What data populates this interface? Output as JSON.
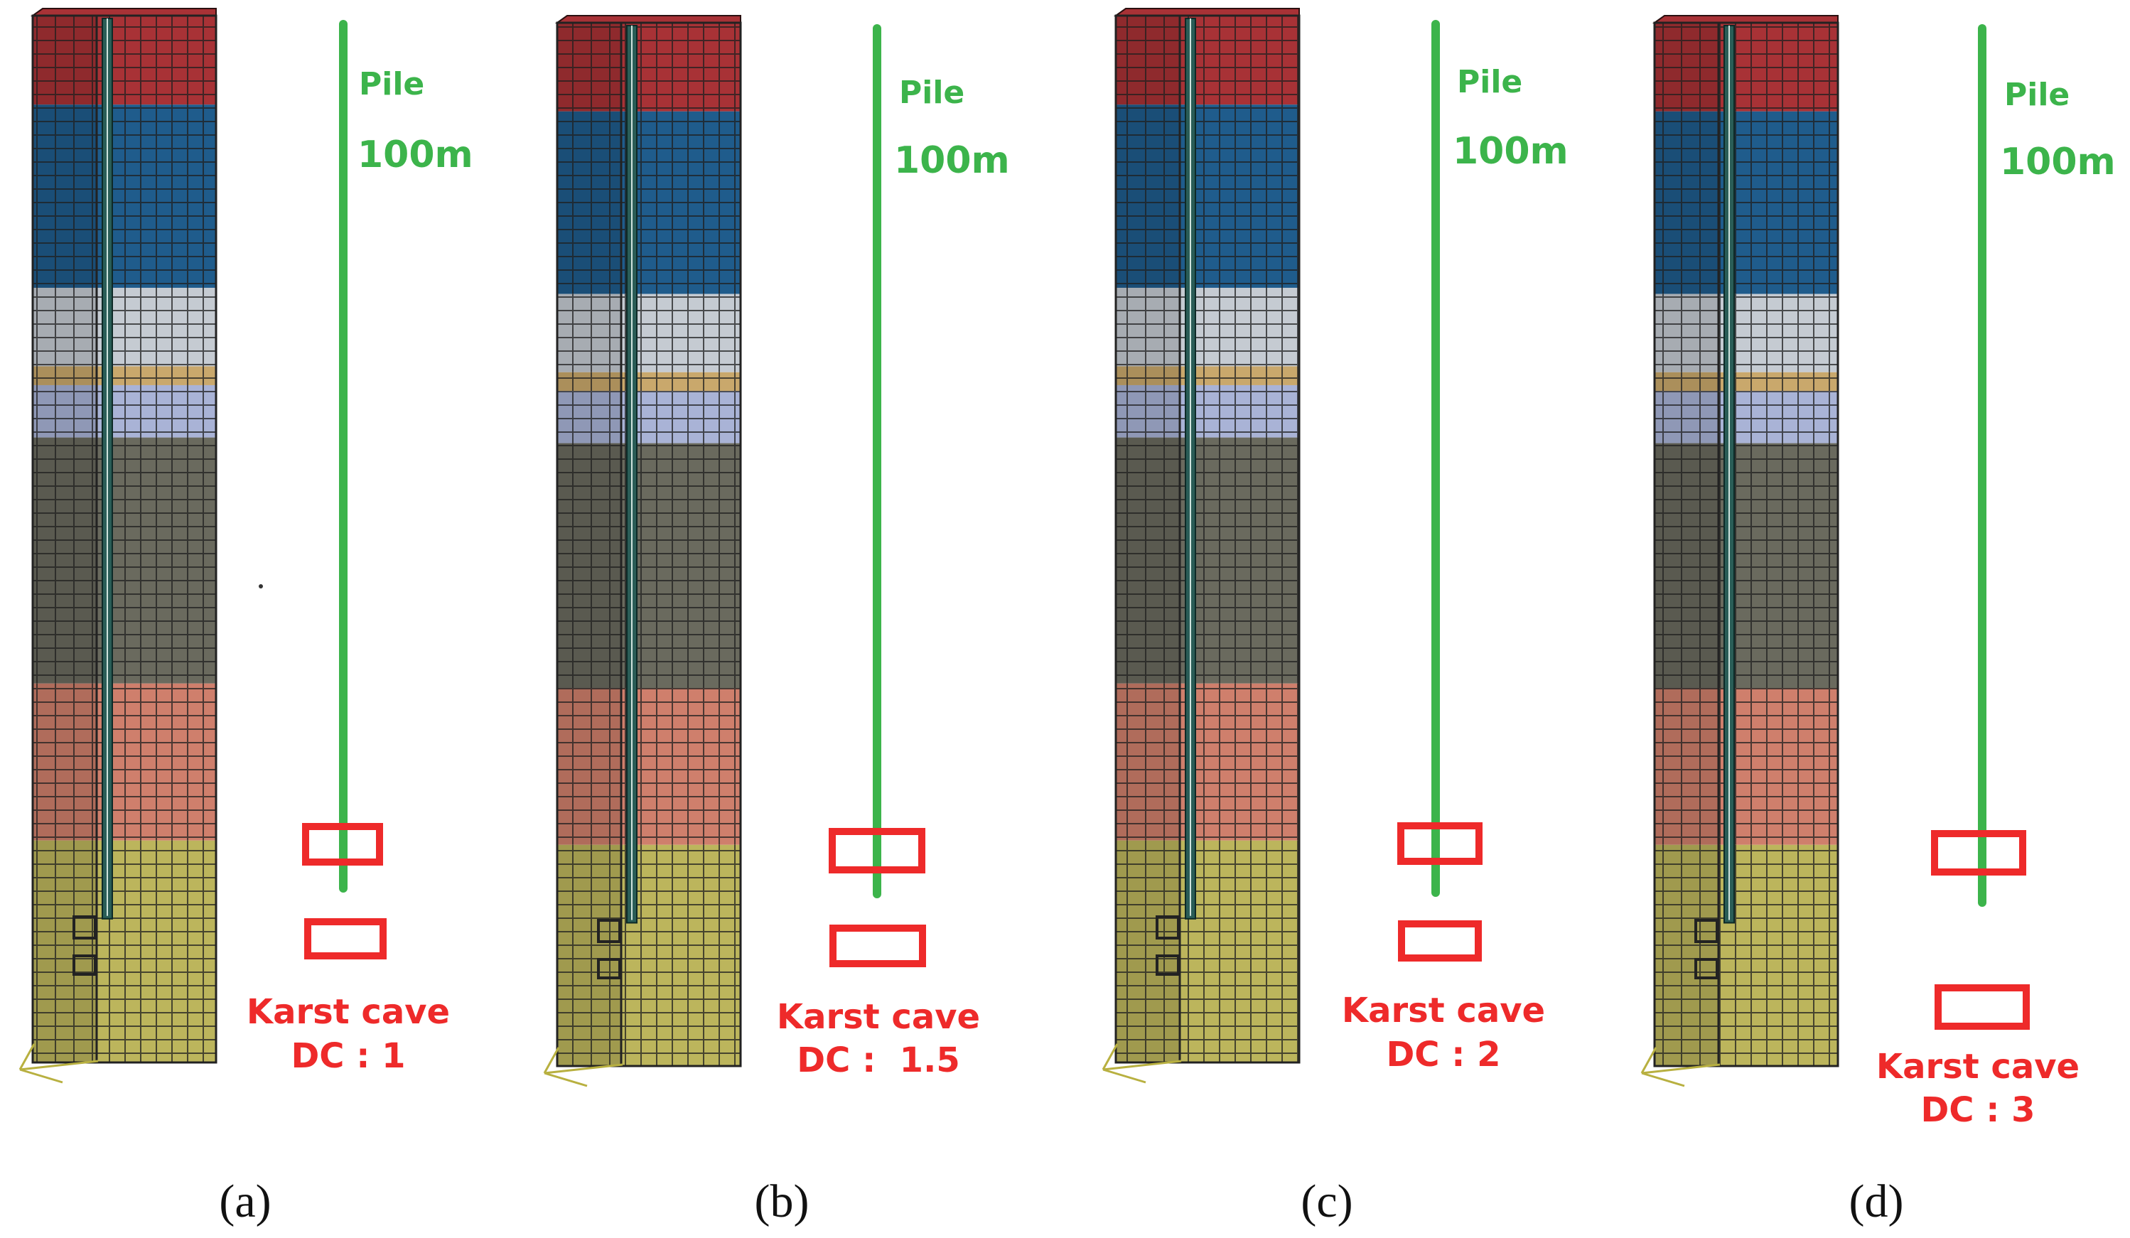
{
  "colors": {
    "pile": "#3cb44b",
    "cave": "#ee2a2a",
    "layer_red": "#a83236",
    "layer_blue": "#1f5c8c",
    "layer_lightgray": "#c5cbd2",
    "layer_tan": "#c9a86c",
    "layer_lavender": "#a9b3d6",
    "layer_darkgray": "#6a6a5e",
    "layer_salmon": "#cf7f6c",
    "layer_olive": "#bcb55c",
    "mesh_line": "#1e1e1e",
    "pile_rod": "#2a5d57"
  },
  "panels": [
    {
      "caption": "(a)",
      "pile_label": "Pile",
      "length_label": "100m",
      "cave_label": "Karst cave",
      "dc_label": "DC : 1",
      "dc_value": 1
    },
    {
      "caption": "(b)",
      "pile_label": "Pile",
      "length_label": "100m",
      "cave_label": "Karst cave",
      "dc_label": "DC :  1.5",
      "dc_value": 1.5
    },
    {
      "caption": "(c)",
      "pile_label": "Pile",
      "length_label": "100m",
      "cave_label": "Karst cave",
      "dc_label": "DC : 2",
      "dc_value": 2
    },
    {
      "caption": "(d)",
      "pile_label": "Pile",
      "length_label": "100m",
      "cave_label": "Karst cave",
      "dc_label": "DC : 3",
      "dc_value": 3
    }
  ]
}
